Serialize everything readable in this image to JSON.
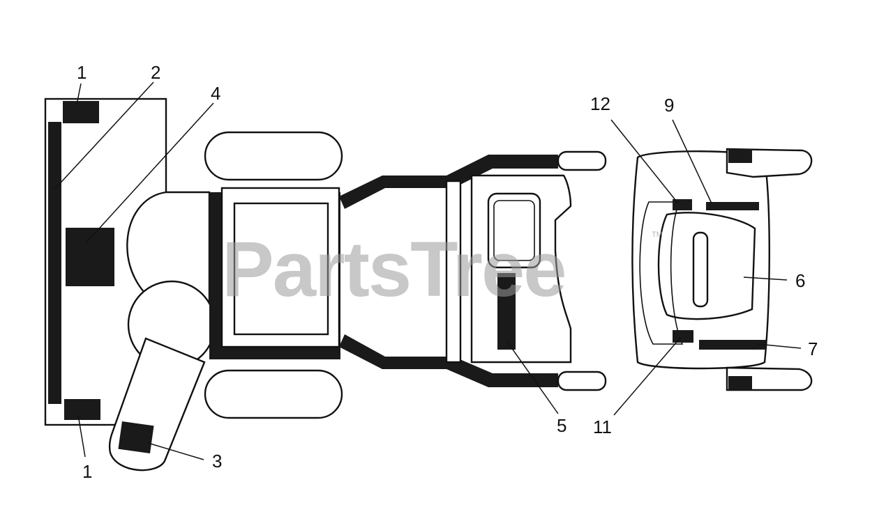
{
  "watermark": {
    "text": "PartsTree",
    "trademark": "TM"
  },
  "callouts": {
    "c1_top": "1",
    "c2": "2",
    "c4": "4",
    "c1_bottom": "1",
    "c3": "3",
    "c5": "5",
    "c12": "12",
    "c9": "9",
    "c6": "6",
    "c7": "7",
    "c11": "11"
  }
}
